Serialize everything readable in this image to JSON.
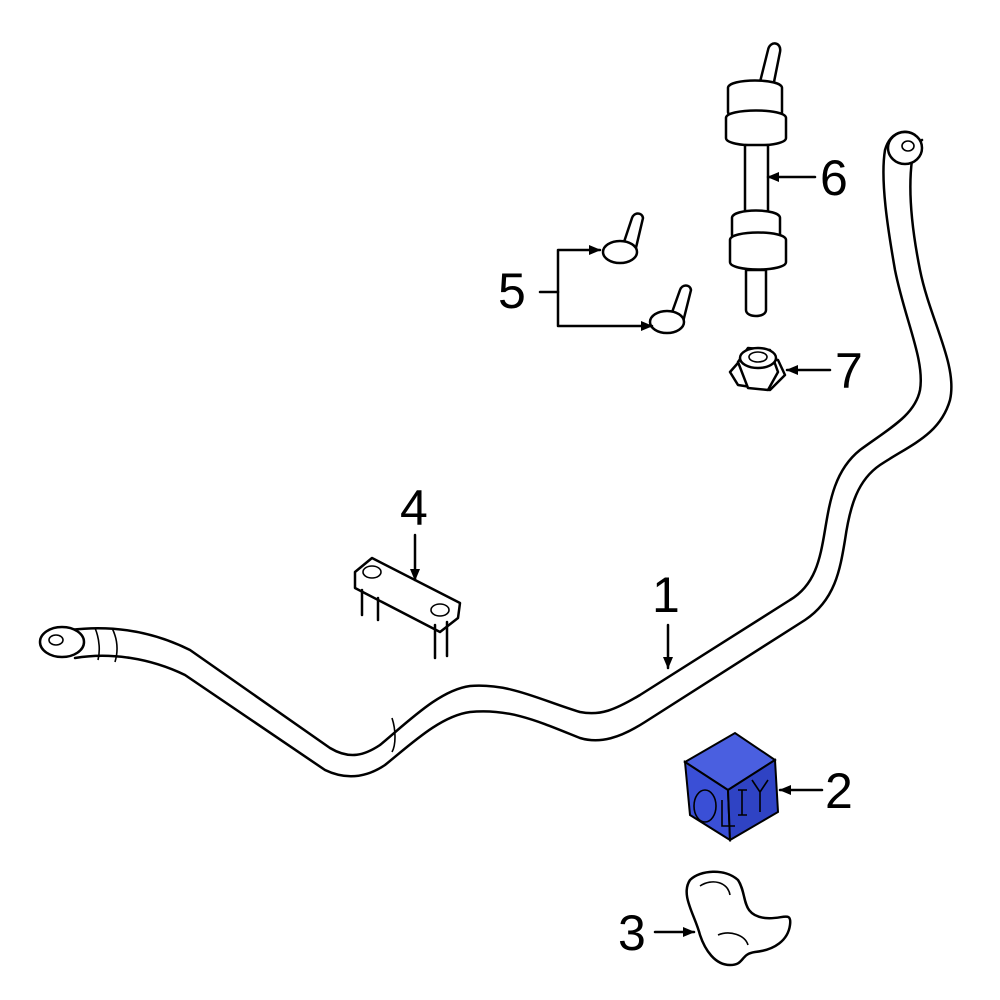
{
  "callouts": [
    {
      "id": "1",
      "text": "1"
    },
    {
      "id": "2",
      "text": "2"
    },
    {
      "id": "3",
      "text": "3"
    },
    {
      "id": "4",
      "text": "4"
    },
    {
      "id": "5",
      "text": "5"
    },
    {
      "id": "6",
      "text": "6"
    },
    {
      "id": "7",
      "text": "7"
    }
  ],
  "colors": {
    "highlight_fill": "#3a4fd6",
    "highlight_dark": "#2536b0",
    "line": "#000000",
    "background": "#ffffff"
  },
  "highlighted_part": "2"
}
